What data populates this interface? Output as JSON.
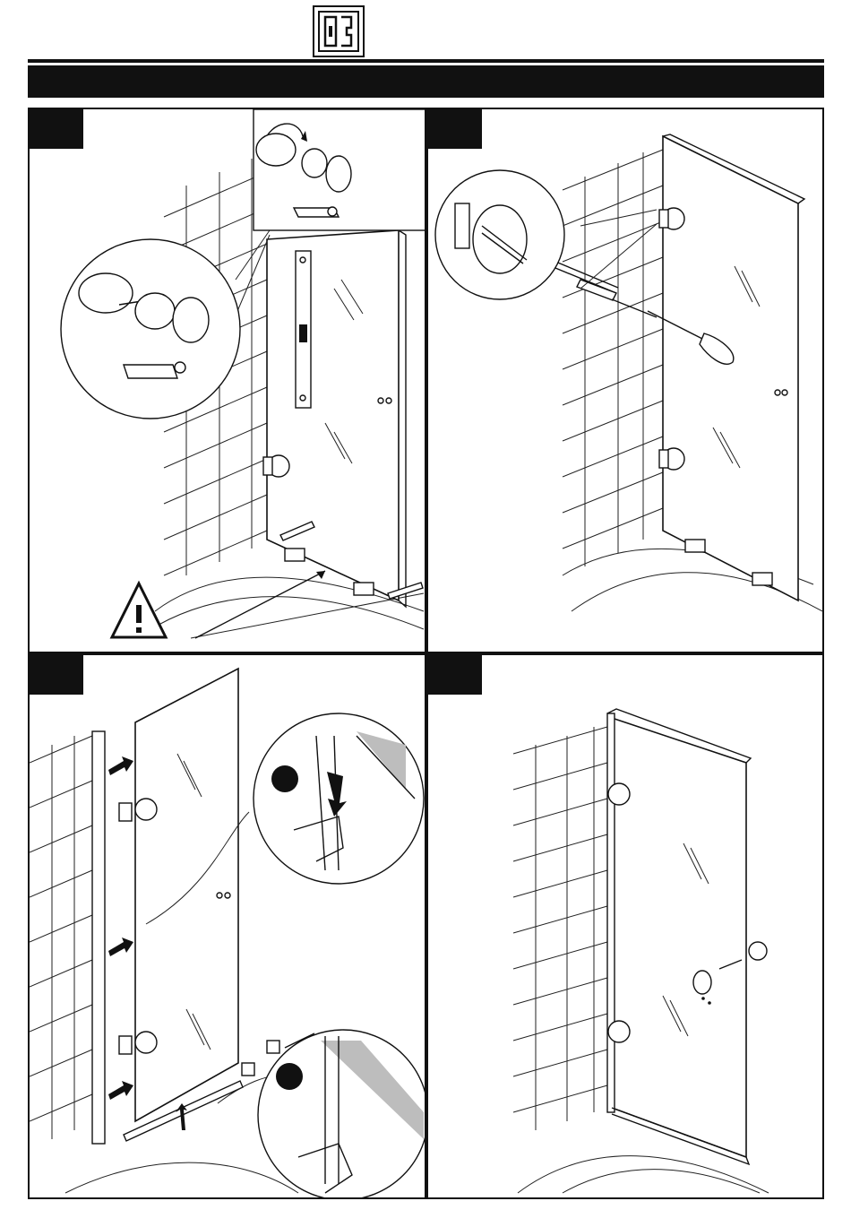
{
  "header": {
    "logo_icon": "shower-door-logo-icon",
    "title": ""
  },
  "steps": [
    {
      "id": 1,
      "tab_label": "",
      "icons": [
        "detail-magnifier-icon",
        "rotate-arrow-icon",
        "warning-triangle-icon",
        "pencil-icon"
      ]
    },
    {
      "id": 2,
      "tab_label": "",
      "icons": [
        "detail-magnifier-icon",
        "drill-bit-icon",
        "screwdriver-icon",
        "wall-plug-icon"
      ]
    },
    {
      "id": 3,
      "tab_label": "",
      "icons": [
        "push-arrow-icon",
        "seal-profile-detail-icon",
        "black-dot-marker-icon"
      ]
    },
    {
      "id": 4,
      "tab_label": "",
      "icons": [
        "door-knob-icon",
        "hinge-icon"
      ]
    }
  ],
  "colors": {
    "ink": "#111111",
    "paper": "#ffffff",
    "shade": "#bdbdbd"
  }
}
